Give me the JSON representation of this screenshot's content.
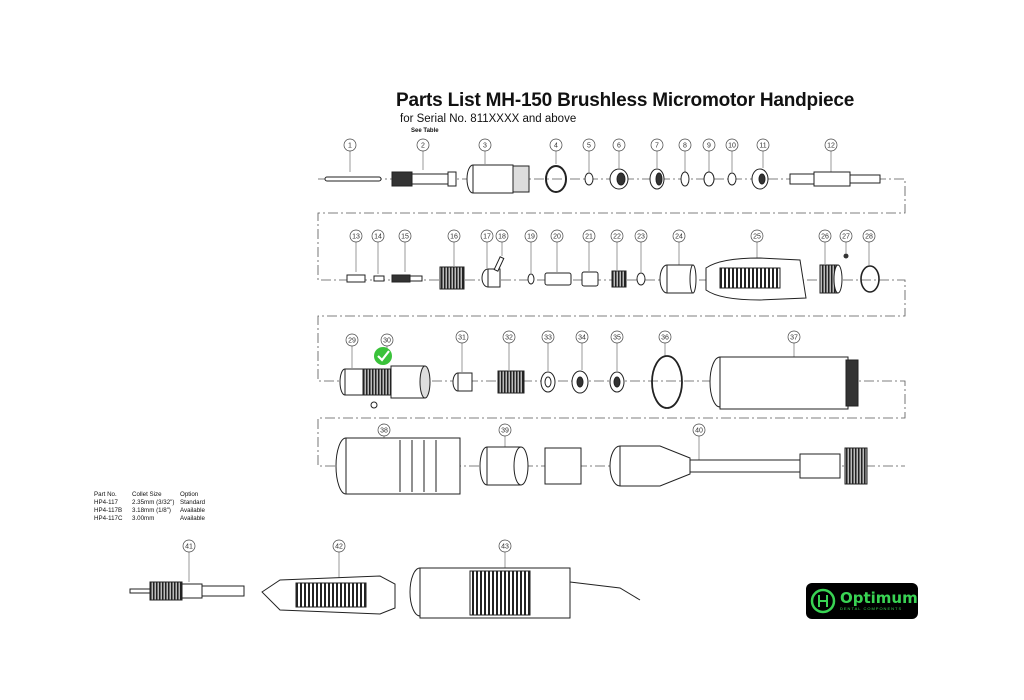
{
  "header": {
    "title": "Parts List MH-150 Brushless Micromotor Handpiece",
    "subtitle": "for Serial No. 811XXXX and above",
    "see_table": "See Table"
  },
  "parts": [
    "1",
    "2",
    "3",
    "4",
    "5",
    "6",
    "7",
    "8",
    "9",
    "10",
    "11",
    "12",
    "13",
    "14",
    "15",
    "16",
    "17",
    "18",
    "19",
    "20",
    "21",
    "22",
    "23",
    "24",
    "25",
    "26",
    "27",
    "28",
    "29",
    "30",
    "31",
    "32",
    "33",
    "34",
    "35",
    "36",
    "37",
    "38",
    "39",
    "40",
    "41",
    "42",
    "43"
  ],
  "collet_table": {
    "headers": [
      "Part No.",
      "Collet Size",
      "Option"
    ],
    "rows": [
      [
        "HP4-117",
        "2.35mm (3/32\")",
        "Standard"
      ],
      [
        "HP4-117B",
        "3.18mm (1/8\")",
        "Available"
      ],
      [
        "HP4-117C",
        "3.00mm",
        "Available"
      ]
    ]
  },
  "logo": {
    "name": "Optimum",
    "tagline": "DENTAL COMPONENTS",
    "color": "#39d353"
  },
  "colors": {
    "line": "#333333",
    "check": "#3ac23a"
  }
}
